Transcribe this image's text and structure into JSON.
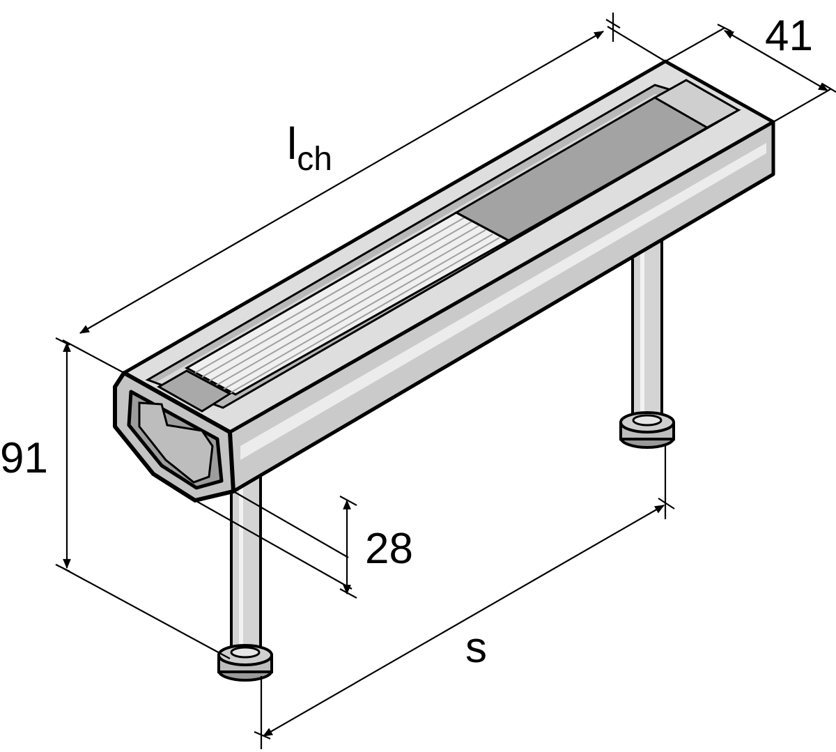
{
  "dimensions": {
    "channel_length_main": "l",
    "channel_length_sub": "ch",
    "width": "41",
    "height": "91",
    "lip_height": "28",
    "spacing": "s"
  },
  "colors": {
    "outline": "#000000",
    "metal_light": "#e3e3e3",
    "metal_mid": "#c9c9c9",
    "metal_dark": "#9a9a9a",
    "label_panel": "#a3a3a3",
    "interior": "#bdbdbd",
    "background": "#ffffff"
  }
}
